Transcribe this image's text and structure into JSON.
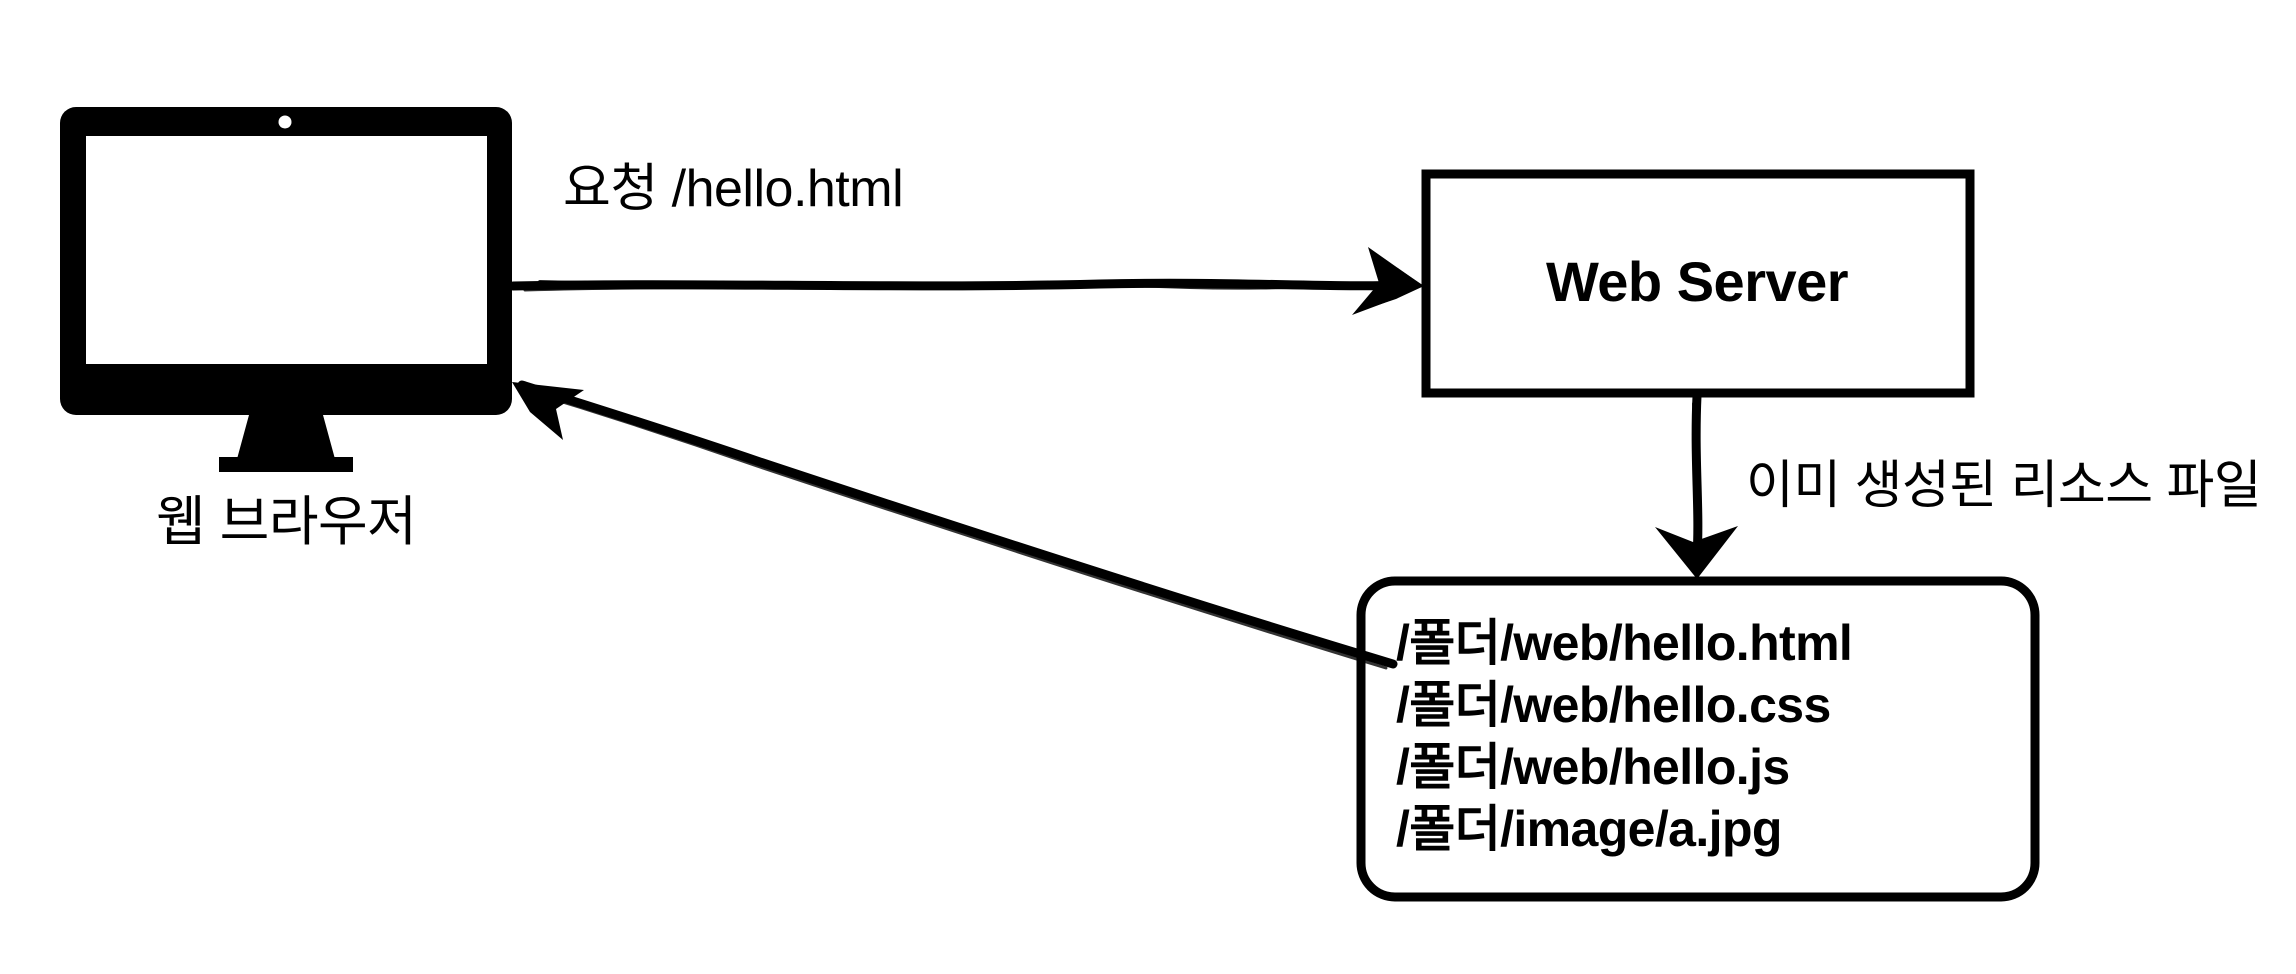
{
  "diagram": {
    "title_text_present": false,
    "background_color": "#ffffff",
    "stroke_color": "#000000",
    "nodes": {
      "browser": {
        "icon": "desktop-monitor-icon",
        "label": "웹 브라우저"
      },
      "web_server": {
        "label": "Web Server",
        "shape": "rectangle"
      },
      "resource_files": {
        "shape": "rounded-rectangle",
        "files": [
          "/폴더/web/hello.html",
          "/폴더/web/hello.css",
          "/폴더/web/hello.js",
          "/폴더/image/a.jpg"
        ]
      }
    },
    "edges": {
      "request": {
        "label": "요청 /hello.html",
        "from": "browser",
        "to": "web_server",
        "direction": "right",
        "style": "hand-drawn-arrow"
      },
      "serve": {
        "label": "이미 생성된 리소스 파일",
        "from": "web_server",
        "to": "resource_files",
        "direction": "down",
        "style": "hand-drawn-arrow"
      },
      "response": {
        "label": "",
        "from": "resource_files",
        "to": "browser",
        "direction": "up-left",
        "style": "hand-drawn-arrow"
      }
    }
  }
}
